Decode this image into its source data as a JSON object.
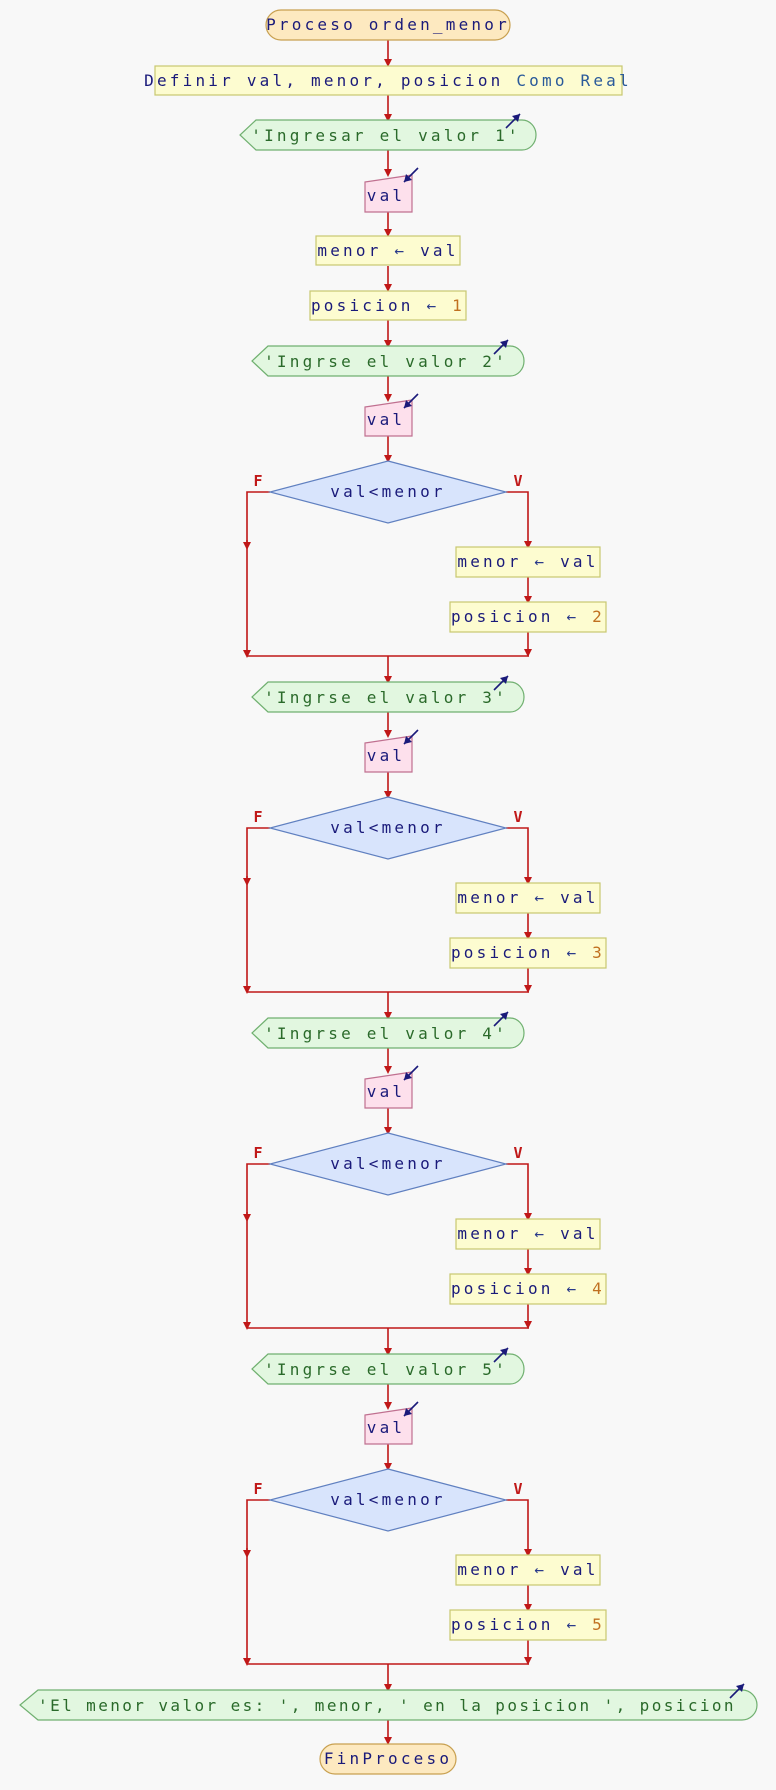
{
  "flowchart": {
    "start": "Proceso orden_menor",
    "define": {
      "kw": "Definir",
      "vars": "val, menor, posicion",
      "como": "Como",
      "type": "Real"
    },
    "prompts": [
      "'Ingresar el valor 1'",
      "'Ingrse el valor 2'",
      "'Ingrse el valor 3'",
      "'Ingrse el valor 4'",
      "'Ingrse el valor 5'"
    ],
    "read_var": "val",
    "assign_arrow": "←",
    "init": [
      {
        "left": "menor",
        "right": "val"
      },
      {
        "left": "posicion",
        "right": "1"
      }
    ],
    "conditions": [
      {
        "cond": "val<menor",
        "true_label": "V",
        "false_label": "F",
        "then": [
          {
            "left": "menor",
            "right": "val"
          },
          {
            "left": "posicion",
            "right": "2"
          }
        ]
      },
      {
        "cond": "val<menor",
        "true_label": "V",
        "false_label": "F",
        "then": [
          {
            "left": "menor",
            "right": "val"
          },
          {
            "left": "posicion",
            "right": "3"
          }
        ]
      },
      {
        "cond": "val<menor",
        "true_label": "V",
        "false_label": "F",
        "then": [
          {
            "left": "menor",
            "right": "val"
          },
          {
            "left": "posicion",
            "right": "4"
          }
        ]
      },
      {
        "cond": "val<menor",
        "true_label": "V",
        "false_label": "F",
        "then": [
          {
            "left": "menor",
            "right": "val"
          },
          {
            "left": "posicion",
            "right": "5"
          }
        ]
      }
    ],
    "output": "'El menor valor es: ', menor, ' en la posicion ', posicion",
    "end": "FinProceso",
    "colors": {
      "terminal_fill": "#fde9c0",
      "terminal_stroke": "#c8a050",
      "process_fill": "#fdfcd0",
      "process_stroke": "#c8c870",
      "io_fill": "#e2f7e0",
      "io_stroke": "#70b070",
      "read_fill": "#fde0ec",
      "read_stroke": "#c07090",
      "decision_fill": "#d8e4fc",
      "decision_stroke": "#6080c0",
      "edge": "#c01818"
    }
  }
}
